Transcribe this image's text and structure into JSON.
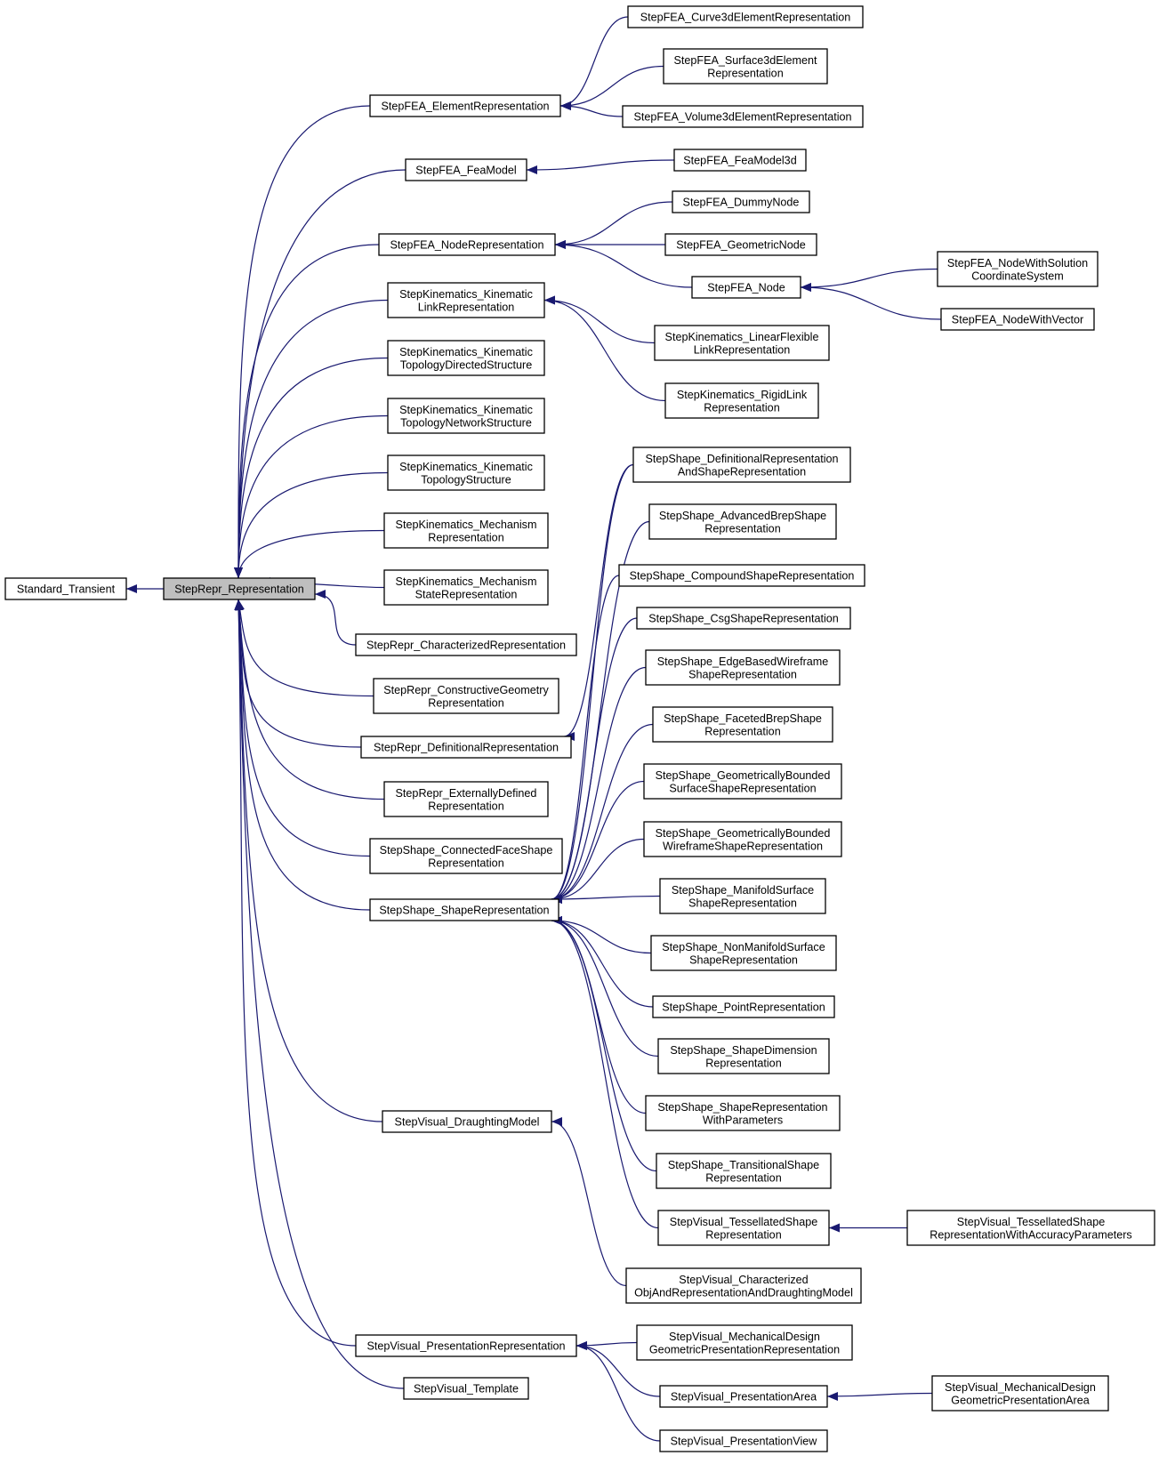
{
  "edge_color": "#191970",
  "focus_fill": "#bfbfbf",
  "nodes": {
    "std": {
      "lines": [
        "Standard_Transient"
      ]
    },
    "rep": {
      "lines": [
        "StepRepr_Representation"
      ],
      "focus": true
    },
    "fea_er": {
      "lines": [
        "StepFEA_ElementRepresentation"
      ]
    },
    "fea_c3": {
      "lines": [
        "StepFEA_Curve3dElementRepresentation"
      ]
    },
    "fea_s3": {
      "lines": [
        "StepFEA_Surface3dElement",
        "Representation"
      ]
    },
    "fea_v3": {
      "lines": [
        "StepFEA_Volume3dElementRepresentation"
      ]
    },
    "fea_fm": {
      "lines": [
        "StepFEA_FeaModel"
      ]
    },
    "fea_fm3": {
      "lines": [
        "StepFEA_FeaModel3d"
      ]
    },
    "fea_nr": {
      "lines": [
        "StepFEA_NodeRepresentation"
      ]
    },
    "fea_dn": {
      "lines": [
        "StepFEA_DummyNode"
      ]
    },
    "fea_gn": {
      "lines": [
        "StepFEA_GeometricNode"
      ]
    },
    "fea_n": {
      "lines": [
        "StepFEA_Node"
      ]
    },
    "fea_nws": {
      "lines": [
        "StepFEA_NodeWithSolution",
        "CoordinateSystem"
      ]
    },
    "fea_nwv": {
      "lines": [
        "StepFEA_NodeWithVector"
      ]
    },
    "kin_klr": {
      "lines": [
        "StepKinematics_Kinematic",
        "LinkRepresentation"
      ]
    },
    "kin_lfl": {
      "lines": [
        "StepKinematics_LinearFlexible",
        "LinkRepresentation"
      ]
    },
    "kin_rl": {
      "lines": [
        "StepKinematics_RigidLink",
        "Representation"
      ]
    },
    "kin_tds": {
      "lines": [
        "StepKinematics_Kinematic",
        "TopologyDirectedStructure"
      ]
    },
    "kin_tns": {
      "lines": [
        "StepKinematics_Kinematic",
        "TopologyNetworkStructure"
      ]
    },
    "kin_ts": {
      "lines": [
        "StepKinematics_Kinematic",
        "TopologyStructure"
      ]
    },
    "kin_mr": {
      "lines": [
        "StepKinematics_Mechanism",
        "Representation"
      ]
    },
    "kin_msr": {
      "lines": [
        "StepKinematics_Mechanism",
        "StateRepresentation"
      ]
    },
    "repr_char": {
      "lines": [
        "StepRepr_CharacterizedRepresentation"
      ]
    },
    "repr_cg": {
      "lines": [
        "StepRepr_ConstructiveGeometry",
        "Representation"
      ]
    },
    "repr_def": {
      "lines": [
        "StepRepr_DefinitionalRepresentation"
      ]
    },
    "repr_ext": {
      "lines": [
        "StepRepr_ExternallyDefined",
        "Representation"
      ]
    },
    "sh_cfs": {
      "lines": [
        "StepShape_ConnectedFaceShape",
        "Representation"
      ]
    },
    "sh_sr": {
      "lines": [
        "StepShape_ShapeRepresentation"
      ]
    },
    "sh_def": {
      "lines": [
        "StepShape_DefinitionalRepresentation",
        "AndShapeRepresentation"
      ]
    },
    "sh_adv": {
      "lines": [
        "StepShape_AdvancedBrepShape",
        "Representation"
      ]
    },
    "sh_comp": {
      "lines": [
        "StepShape_CompoundShapeRepresentation"
      ]
    },
    "sh_csg": {
      "lines": [
        "StepShape_CsgShapeRepresentation"
      ]
    },
    "sh_ebw": {
      "lines": [
        "StepShape_EdgeBasedWireframe",
        "ShapeRepresentation"
      ]
    },
    "sh_fbs": {
      "lines": [
        "StepShape_FacetedBrepShape",
        "Representation"
      ]
    },
    "sh_gbs": {
      "lines": [
        "StepShape_GeometricallyBounded",
        "SurfaceShapeRepresentation"
      ]
    },
    "sh_gbw": {
      "lines": [
        "StepShape_GeometricallyBounded",
        "WireframeShapeRepresentation"
      ]
    },
    "sh_ms": {
      "lines": [
        "StepShape_ManifoldSurface",
        "ShapeRepresentation"
      ]
    },
    "sh_nms": {
      "lines": [
        "StepShape_NonManifoldSurface",
        "ShapeRepresentation"
      ]
    },
    "sh_pr": {
      "lines": [
        "StepShape_PointRepresentation"
      ]
    },
    "sh_sd": {
      "lines": [
        "StepShape_ShapeDimension",
        "Representation"
      ]
    },
    "sh_srp": {
      "lines": [
        "StepShape_ShapeRepresentation",
        "WithParameters"
      ]
    },
    "sh_ts": {
      "lines": [
        "StepShape_TransitionalShape",
        "Representation"
      ]
    },
    "vis_tsr": {
      "lines": [
        "StepVisual_TessellatedShape",
        "Representation"
      ]
    },
    "vis_tsra": {
      "lines": [
        "StepVisual_TessellatedShape",
        "RepresentationWithAccuracyParameters"
      ]
    },
    "vis_dm": {
      "lines": [
        "StepVisual_DraughtingModel"
      ]
    },
    "vis_cod": {
      "lines": [
        "StepVisual_Characterized",
        "ObjAndRepresentationAndDraughtingModel"
      ]
    },
    "vis_pr": {
      "lines": [
        "StepVisual_PresentationRepresentation"
      ]
    },
    "vis_mdgpr": {
      "lines": [
        "StepVisual_MechanicalDesign",
        "GeometricPresentationRepresentation"
      ]
    },
    "vis_pa": {
      "lines": [
        "StepVisual_PresentationArea"
      ]
    },
    "vis_mdgpa": {
      "lines": [
        "StepVisual_MechanicalDesign",
        "GeometricPresentationArea"
      ]
    },
    "vis_pv": {
      "lines": [
        "StepVisual_PresentationView"
      ]
    },
    "vis_t": {
      "lines": [
        "StepVisual_Template"
      ]
    }
  },
  "edges": [
    [
      "rep",
      "std"
    ],
    [
      "fea_er",
      "rep"
    ],
    [
      "fea_fm",
      "rep"
    ],
    [
      "fea_nr",
      "rep"
    ],
    [
      "kin_klr",
      "rep"
    ],
    [
      "kin_tds",
      "rep"
    ],
    [
      "kin_tns",
      "rep"
    ],
    [
      "kin_ts",
      "rep"
    ],
    [
      "kin_mr",
      "rep"
    ],
    [
      "kin_msr",
      "rep"
    ],
    [
      "repr_char",
      "rep"
    ],
    [
      "repr_cg",
      "rep"
    ],
    [
      "repr_def",
      "rep"
    ],
    [
      "repr_ext",
      "rep"
    ],
    [
      "sh_cfs",
      "rep"
    ],
    [
      "sh_sr",
      "rep"
    ],
    [
      "vis_dm",
      "rep"
    ],
    [
      "vis_pr",
      "rep"
    ],
    [
      "vis_t",
      "rep"
    ],
    [
      "fea_c3",
      "fea_er"
    ],
    [
      "fea_s3",
      "fea_er"
    ],
    [
      "fea_v3",
      "fea_er"
    ],
    [
      "fea_fm3",
      "fea_fm"
    ],
    [
      "fea_dn",
      "fea_nr"
    ],
    [
      "fea_gn",
      "fea_nr"
    ],
    [
      "fea_n",
      "fea_nr"
    ],
    [
      "fea_nws",
      "fea_n"
    ],
    [
      "fea_nwv",
      "fea_n"
    ],
    [
      "kin_lfl",
      "kin_klr"
    ],
    [
      "kin_rl",
      "kin_klr"
    ],
    [
      "sh_def",
      "repr_def"
    ],
    [
      "sh_def",
      "sh_sr"
    ],
    [
      "sh_adv",
      "sh_sr"
    ],
    [
      "sh_comp",
      "sh_sr"
    ],
    [
      "sh_csg",
      "sh_sr"
    ],
    [
      "sh_ebw",
      "sh_sr"
    ],
    [
      "sh_fbs",
      "sh_sr"
    ],
    [
      "sh_gbs",
      "sh_sr"
    ],
    [
      "sh_gbw",
      "sh_sr"
    ],
    [
      "sh_ms",
      "sh_sr"
    ],
    [
      "sh_nms",
      "sh_sr"
    ],
    [
      "sh_pr",
      "sh_sr"
    ],
    [
      "sh_sd",
      "sh_sr"
    ],
    [
      "sh_srp",
      "sh_sr"
    ],
    [
      "sh_ts",
      "sh_sr"
    ],
    [
      "vis_tsr",
      "sh_sr"
    ],
    [
      "vis_tsra",
      "vis_tsr"
    ],
    [
      "vis_cod",
      "vis_dm"
    ],
    [
      "vis_mdgpr",
      "vis_pr"
    ],
    [
      "vis_pa",
      "vis_pr"
    ],
    [
      "vis_pv",
      "vis_pr"
    ],
    [
      "vis_mdgpa",
      "vis_pa"
    ]
  ]
}
